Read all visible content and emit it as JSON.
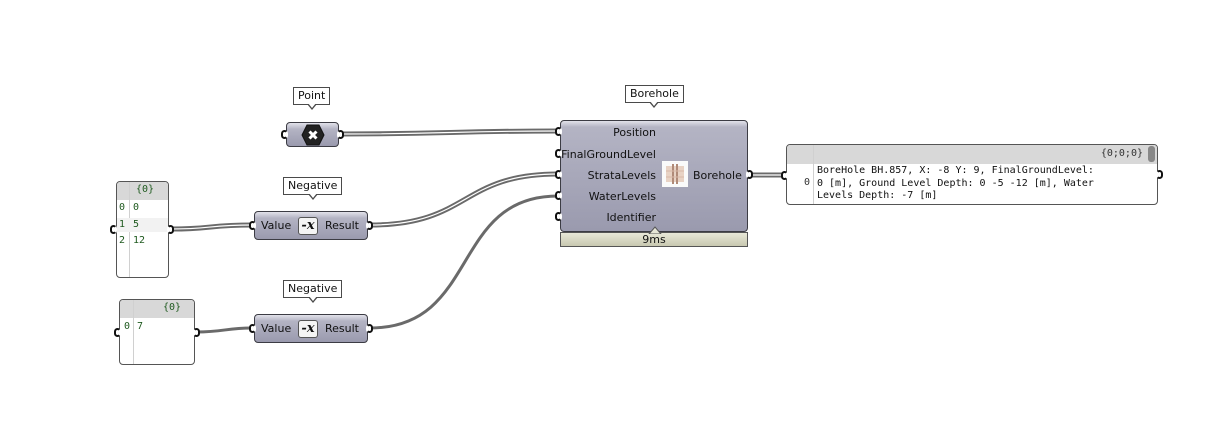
{
  "canvas": {
    "wire_color": "#6e6e6e",
    "component_fill": "#a0a0b4"
  },
  "components": {
    "point": {
      "tag": "Point",
      "icon": "point-x-icon"
    },
    "negative_1": {
      "tag": "Negative",
      "input": "Value",
      "output": "Result",
      "icon_text": "-x"
    },
    "negative_2": {
      "tag": "Negative",
      "input": "Value",
      "output": "Result",
      "icon_text": "-x"
    },
    "borehole": {
      "tag": "Borehole",
      "inputs": [
        "Position",
        "FinalGroundLevel",
        "StrataLevels",
        "WaterLevels",
        "Identifier"
      ],
      "output": "Borehole",
      "icon": "borehole-icon",
      "timer": "9ms"
    }
  },
  "panels": {
    "strata_panel": {
      "header": "{0}",
      "rows": [
        {
          "index": "0",
          "value": "0"
        },
        {
          "index": "1",
          "value": "5"
        },
        {
          "index": "2",
          "value": "12"
        }
      ]
    },
    "water_panel": {
      "header": "{0}",
      "rows": [
        {
          "index": "0",
          "value": "7"
        }
      ]
    },
    "output_panel": {
      "header": "{0;0;0}",
      "index": "0",
      "lines": [
        "BoreHole BH.857, X: -8 Y: 9, FinalGroundLevel:",
        "0 [m], Ground Level Depth: 0 -5 -12 [m], Water",
        "Levels Depth: -7 [m]"
      ]
    }
  }
}
